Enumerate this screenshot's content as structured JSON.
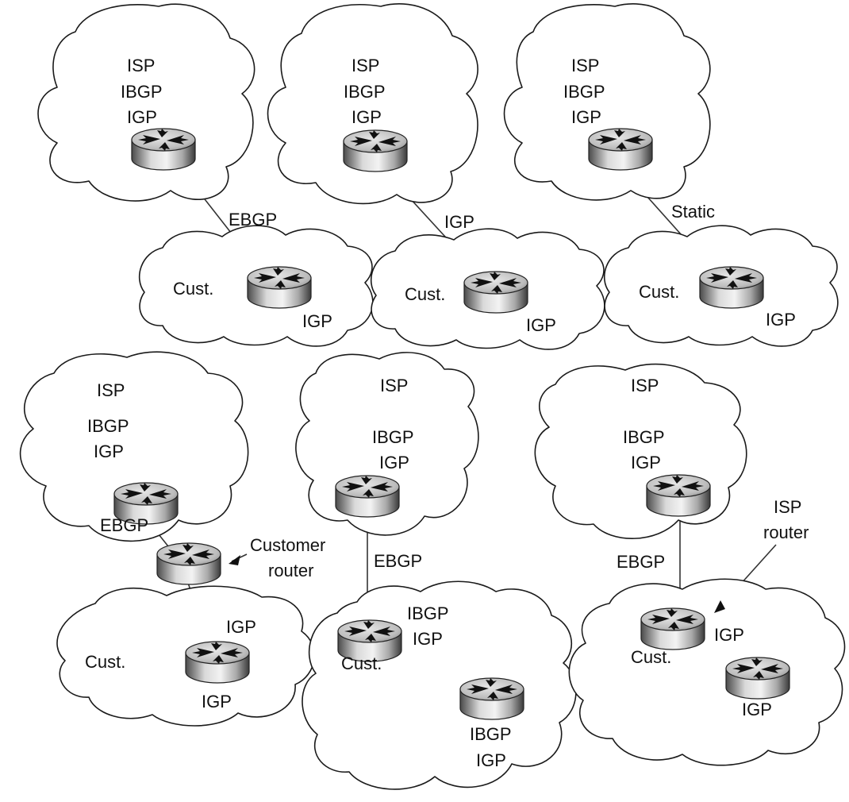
{
  "labels": {
    "isp": "ISP",
    "ibgp": "IBGP",
    "igp": "IGP",
    "ebgp": "EBGP",
    "static": "Static",
    "cust": "Cust.",
    "customer": "Customer",
    "router": "router"
  },
  "callouts": [
    {
      "id": "customer-router",
      "lines": [
        "Customer",
        "router"
      ]
    },
    {
      "id": "isp-router",
      "lines": [
        "ISP",
        "router"
      ]
    }
  ],
  "panels": [
    {
      "id": "top-left",
      "isp_cloud": [
        "ISP",
        "IBGP",
        "IGP"
      ],
      "link_label": "EBGP",
      "customer_cloud": [
        "Cust.",
        "IGP"
      ]
    },
    {
      "id": "top-middle",
      "isp_cloud": [
        "ISP",
        "IBGP",
        "IGP"
      ],
      "link_label": "IGP",
      "customer_cloud": [
        "Cust.",
        "IGP"
      ]
    },
    {
      "id": "top-right",
      "isp_cloud": [
        "ISP",
        "IBGP",
        "IGP"
      ],
      "link_label": "Static",
      "customer_cloud": [
        "Cust.",
        "IGP"
      ]
    },
    {
      "id": "bottom-left",
      "isp_cloud": [
        "ISP",
        "IBGP",
        "IGP"
      ],
      "link_label": "EBGP",
      "customer_cloud": [
        "IGP",
        "Cust.",
        "IGP"
      ]
    },
    {
      "id": "bottom-middle",
      "isp_cloud": [
        "ISP",
        "IBGP",
        "IGP"
      ],
      "link_label": "EBGP",
      "customer_cloud": [
        "IBGP",
        "IGP",
        "Cust.",
        "IBGP",
        "IGP"
      ]
    },
    {
      "id": "bottom-right",
      "isp_cloud": [
        "ISP",
        "IBGP",
        "IGP"
      ],
      "link_label": "EBGP",
      "customer_cloud": [
        "IGP",
        "Cust.",
        "IGP"
      ]
    }
  ]
}
